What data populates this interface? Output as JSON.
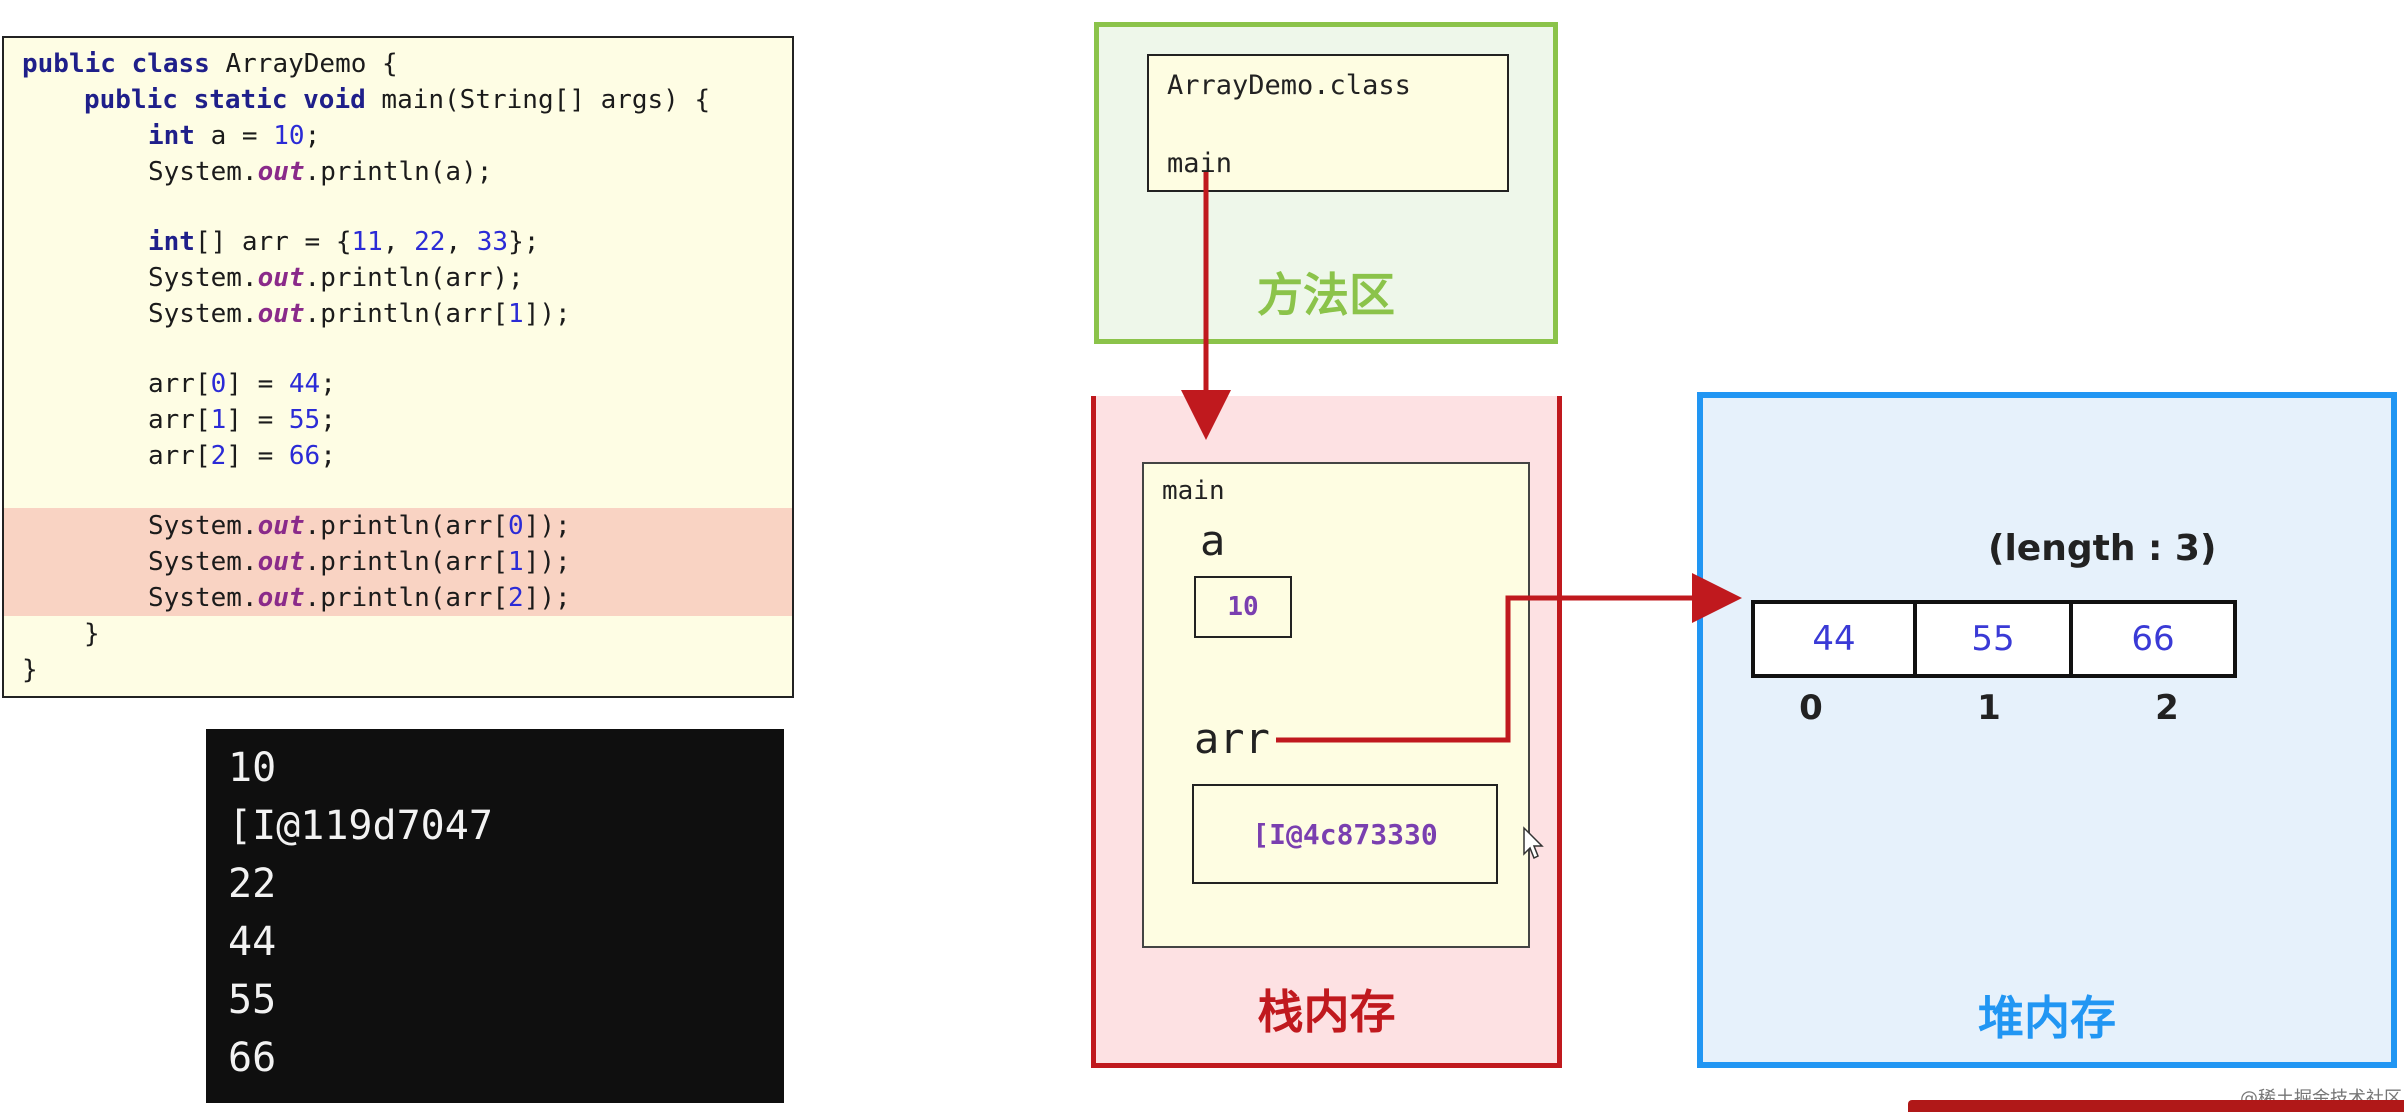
{
  "code": {
    "lines": [
      [
        "public class",
        " ArrayDemo {"
      ],
      [
        "public static void",
        " main(String[] args) {"
      ],
      [
        "int",
        " a = ",
        "10",
        ";"
      ],
      [
        "System.",
        "out",
        ".println(a);"
      ],
      [
        "int",
        "[] arr = {",
        "11",
        ", ",
        "22",
        ", ",
        "33",
        "};"
      ],
      [
        "System.",
        "out",
        ".println(arr);"
      ],
      [
        "System.",
        "out",
        ".println(arr[",
        "1",
        "]);"
      ],
      [
        "arr[",
        "0",
        "] = ",
        "44",
        ";"
      ],
      [
        "arr[",
        "1",
        "] = ",
        "55",
        ";"
      ],
      [
        "arr[",
        "2",
        "] = ",
        "66",
        ";"
      ],
      [
        "System.",
        "out",
        ".println(arr[",
        "0",
        "]);"
      ],
      [
        "System.",
        "out",
        ".println(arr[",
        "1",
        "]);"
      ],
      [
        "System.",
        "out",
        ".println(arr[",
        "2",
        "]);"
      ],
      [
        "}"
      ],
      [
        "}"
      ]
    ]
  },
  "console": {
    "lines": [
      "10",
      "[I@119d7047",
      "22",
      "44",
      "55",
      "66"
    ]
  },
  "method_area": {
    "class_name": "ArrayDemo.class",
    "method": "main",
    "label": "方法区"
  },
  "stack": {
    "frame_name": "main",
    "var_a": "a",
    "val_a": "10",
    "var_arr": "arr",
    "val_arr": "[I@4c873330",
    "label": "栈内存"
  },
  "heap": {
    "length_label": "(length : 3)",
    "cells": [
      "44",
      "55",
      "66"
    ],
    "indices": [
      "0",
      "1",
      "2"
    ],
    "label": "堆内存"
  },
  "colors": {
    "method_area": "#8bc34a",
    "stack": "#c0191e",
    "heap": "#2196f3",
    "arrow": "#c0191e"
  },
  "watermark": "@稀土掘金技术社区"
}
